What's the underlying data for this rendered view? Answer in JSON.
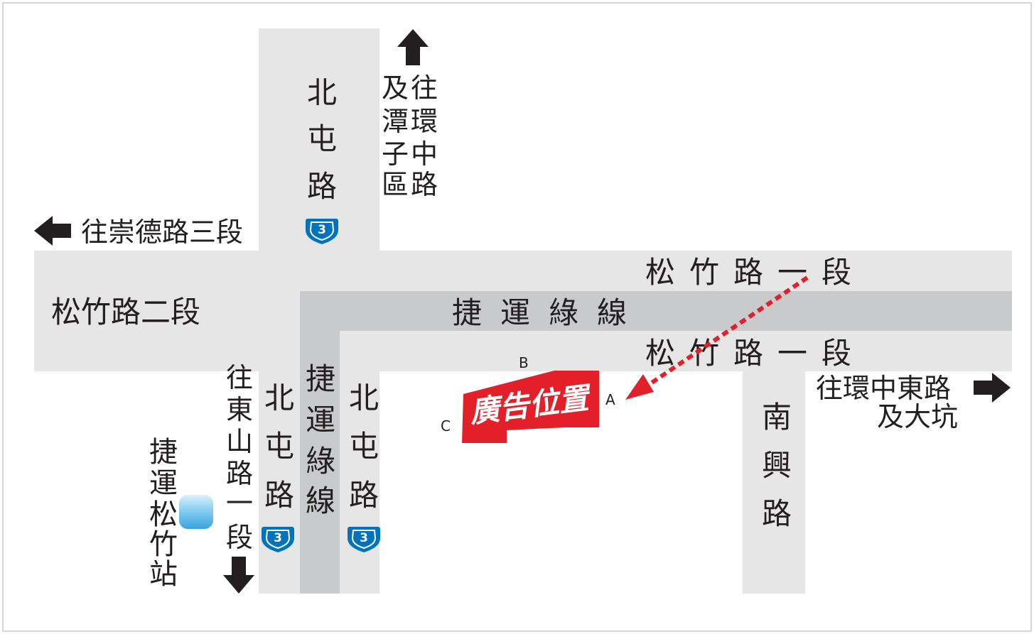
{
  "roads": {
    "beitun_north": "北屯路",
    "beitun_south_left": "北屯路",
    "beitun_south_right": "北屯路",
    "songzhu_sec2": "松竹路二段",
    "songzhu_sec1_top": "松竹路一段",
    "songzhu_sec1_bottom": "松竹路一段",
    "nanxing": "南興路"
  },
  "mrt": {
    "horizontal": "捷運綠線",
    "vertical": "捷運綠線",
    "station": "捷運松竹站"
  },
  "directions": {
    "north": "往環中路及潭子區",
    "west": "往崇德路三段",
    "south": "往東山路一段",
    "east_line1": "往環中東路",
    "east_line2": "及大坑"
  },
  "shield_number": "3",
  "ad": {
    "label": "廣告位置",
    "marker_a": "A",
    "marker_b": "B",
    "marker_c": "C"
  },
  "colors": {
    "road": "#e6e6e7",
    "mrt": "#c9cacb",
    "ad": "#e3202a",
    "arrow": "#231f20",
    "shield": "#0073bb",
    "station": "#5ab7e8",
    "border": "#d5d5d5"
  }
}
